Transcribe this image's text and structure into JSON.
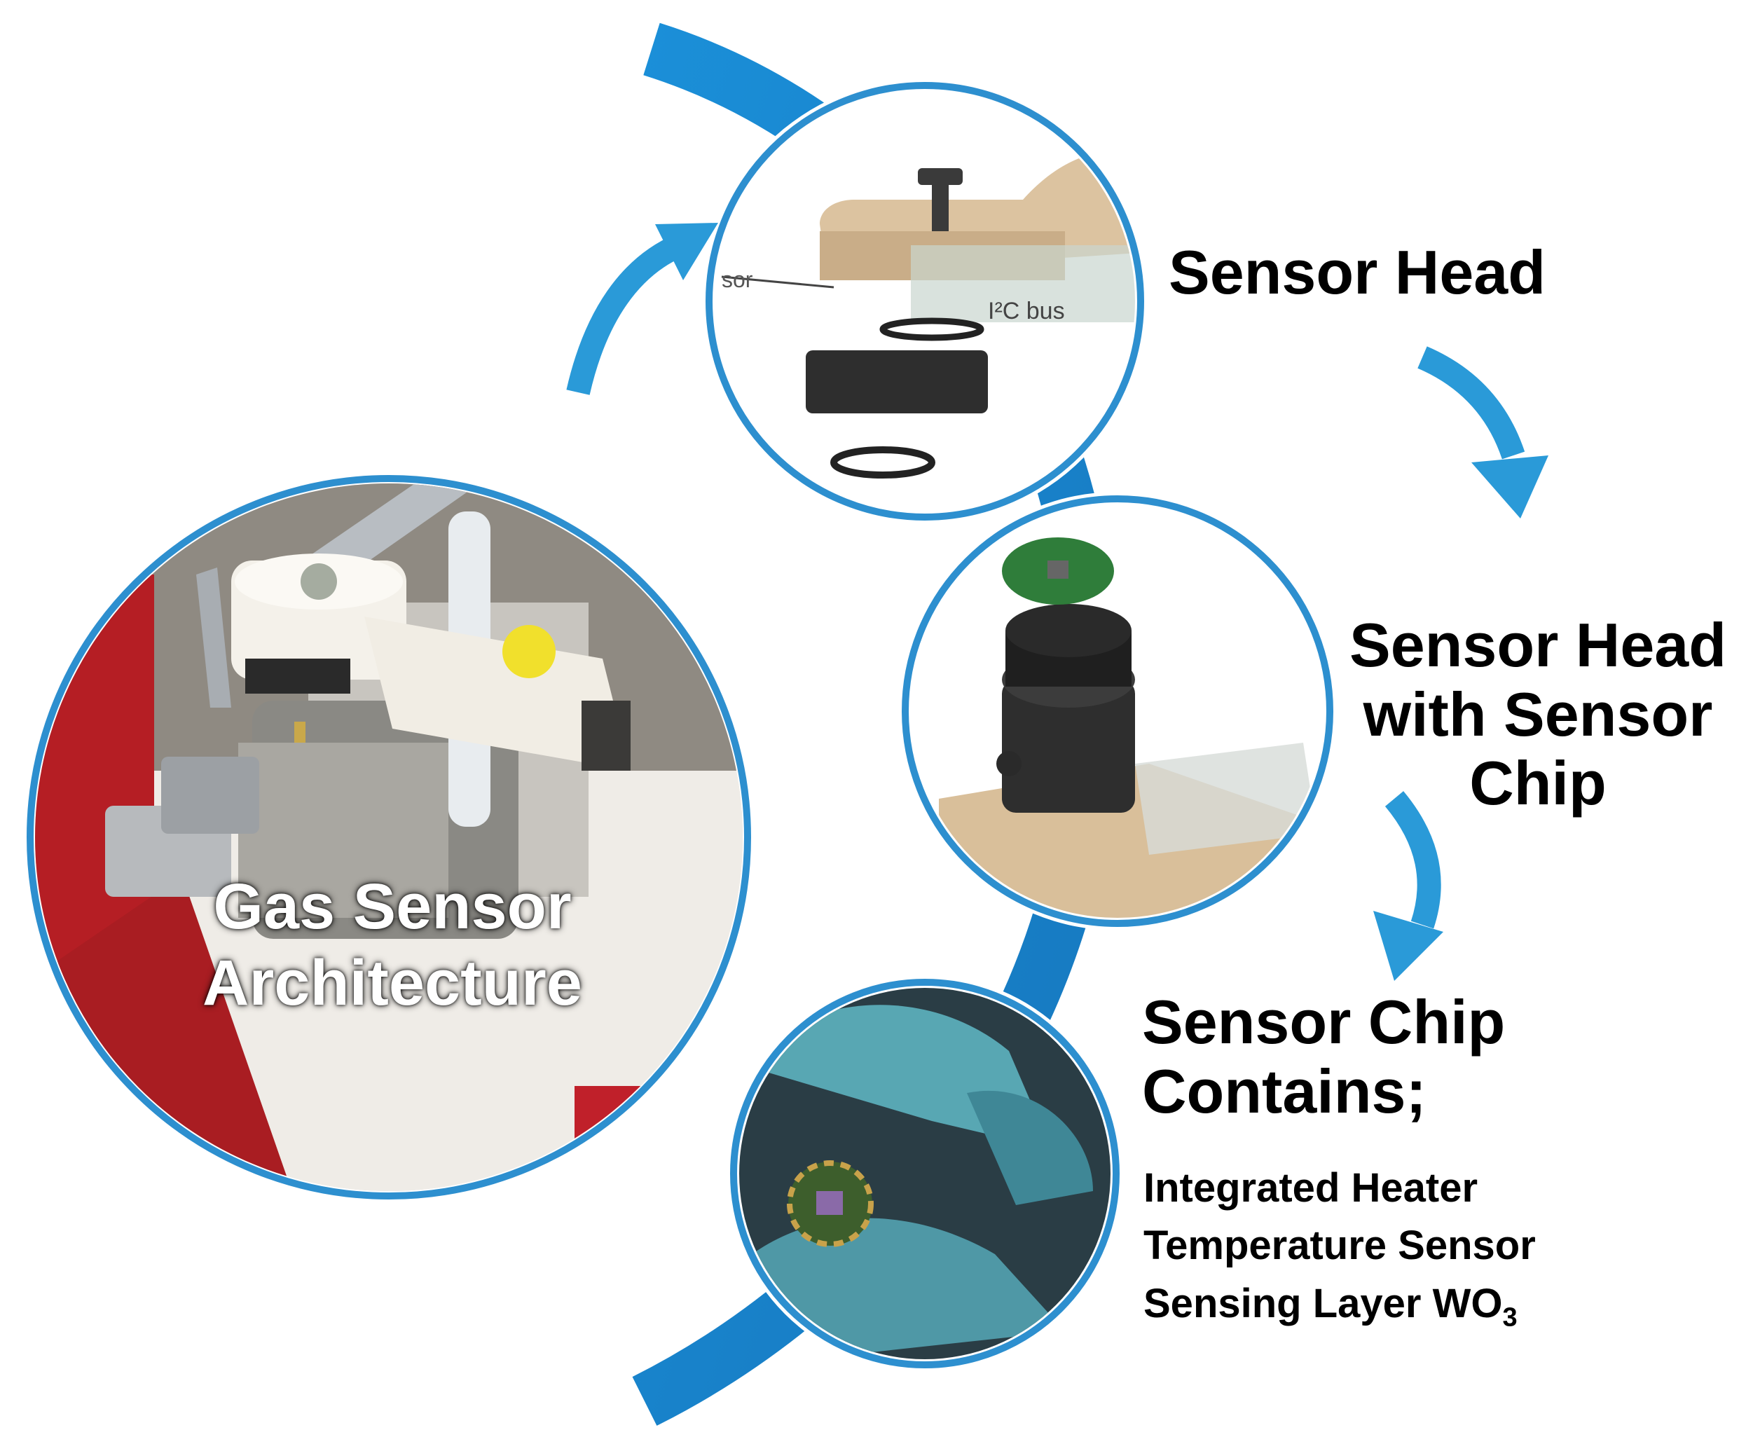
{
  "circles": {
    "main": {
      "caption_line1": "Gas Sensor",
      "caption_line2": "Architecture"
    },
    "sensor_head": {
      "inline_label_bus": "I²C bus",
      "inline_label_partial": "sor"
    },
    "sensor_chip_circle": {},
    "chip_in_hand": {}
  },
  "labels": {
    "sensor_head": "Sensor Head",
    "sensor_head_with_chip": [
      "Sensor Head",
      "with Sensor",
      "Chip"
    ],
    "sensor_chip_contains": [
      "Sensor Chip",
      "Contains;"
    ],
    "chip_components": {
      "line1": "Integrated Heater",
      "line2": "Temperature Sensor",
      "line3_prefix": "Sensing Layer WO",
      "line3_subscript": "3"
    }
  },
  "colors": {
    "arc": "#1d8fd2",
    "arrow": "#2a9ad8",
    "circle_border": "#2d8fcf",
    "text": "#000000",
    "caption": "#ffffff"
  }
}
